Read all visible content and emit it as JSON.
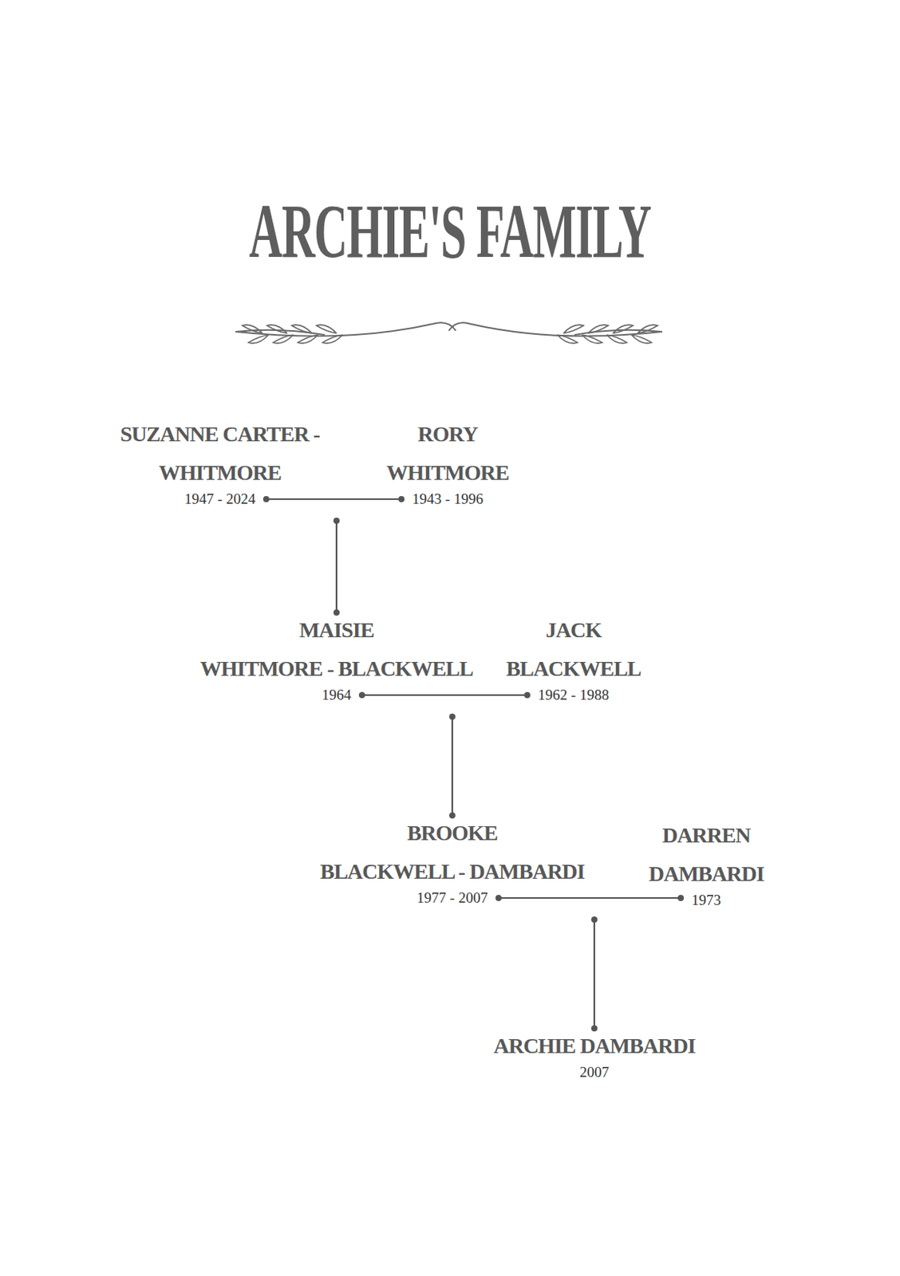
{
  "diagram": {
    "title": "ARCHIE'S FAMILY",
    "nodes": [
      {
        "text": [
          "SUZANNE CARTER - WHITMORE",
          "1947 - 2024"
        ]
      },
      {
        "text": [
          "RORY WHITMORE",
          "1943 - 1996"
        ]
      },
      {
        "text": [
          "MAISIE WHITMORE - BLACKWELL",
          "1964"
        ]
      },
      {
        "text": [
          "JACK BLACKWELL",
          "1962 - 1988"
        ]
      },
      {
        "text": [
          "BROOKE BLACKWELL - DAMBARDI",
          "1977 - 2007"
        ]
      },
      {
        "text": [
          "DARREN DAMBARDI",
          "1973"
        ]
      },
      {
        "text": [
          "ARCHIE DAMBARDI",
          "2007"
        ]
      }
    ],
    "edges": [
      {
        "from": 0,
        "to": 1,
        "arrow": "none"
      },
      {
        "from": 0,
        "to": 2,
        "arrow": "none"
      },
      {
        "from": 2,
        "to": 3,
        "arrow": "none"
      },
      {
        "from": 2,
        "to": 4,
        "arrow": "none"
      },
      {
        "from": 4,
        "to": 5,
        "arrow": "none"
      },
      {
        "from": 4,
        "to": 6,
        "arrow": "none"
      }
    ]
  }
}
